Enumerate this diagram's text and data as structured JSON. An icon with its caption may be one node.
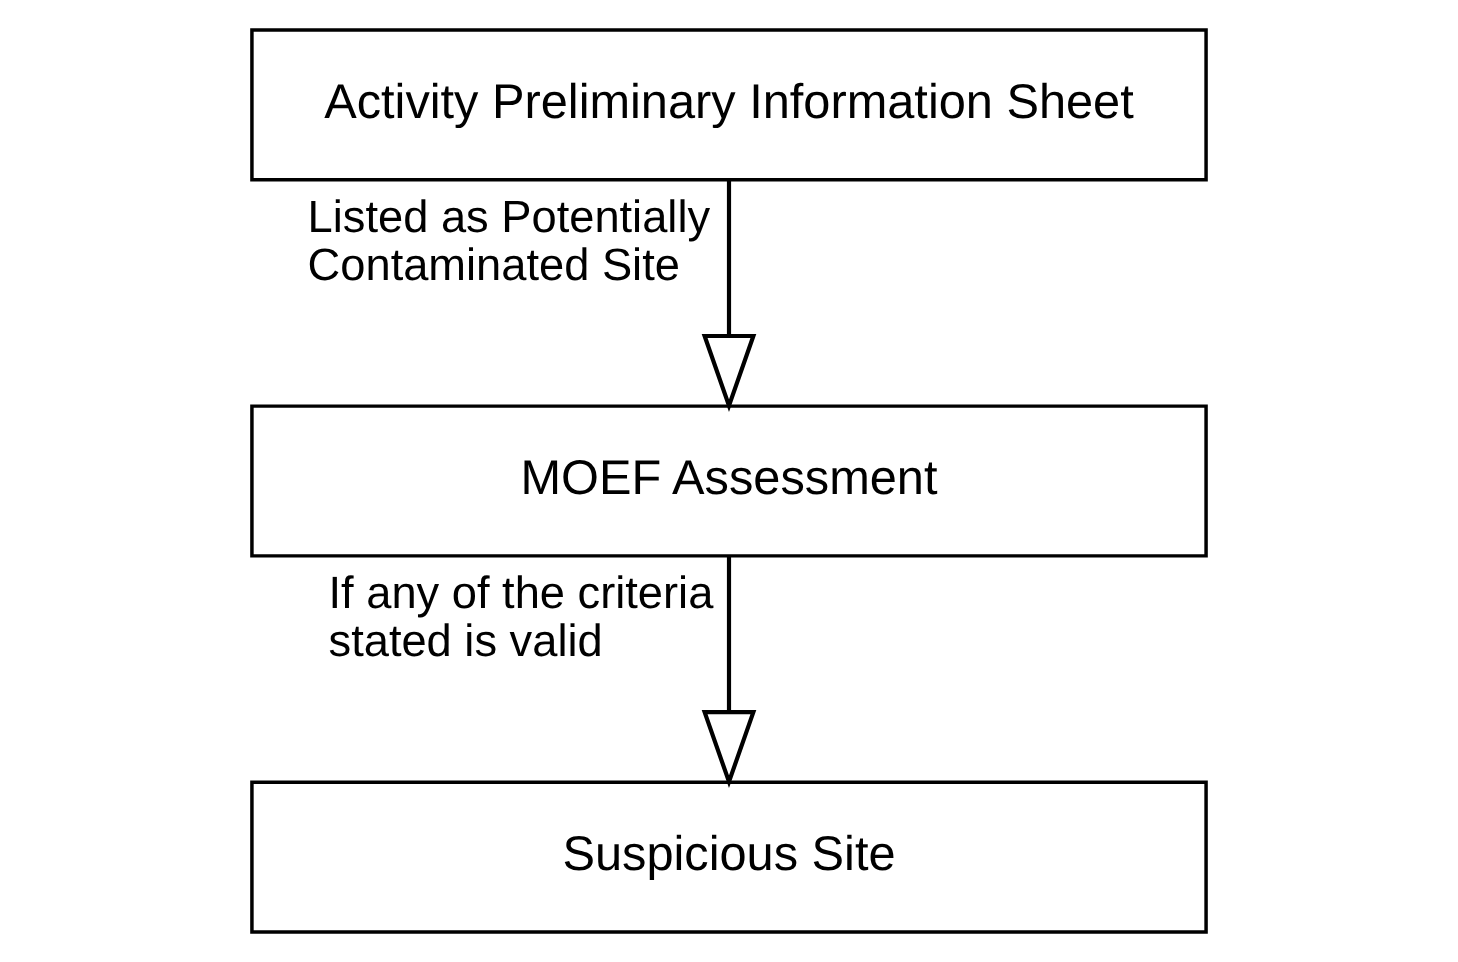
{
  "diagram": {
    "nodes": [
      {
        "text": [
          "Activity Preliminary Information Sheet"
        ]
      },
      {
        "text": [
          "MOEF Assessment"
        ]
      },
      {
        "text": [
          "Suspicious Site"
        ]
      }
    ],
    "edges": [
      {
        "from": 0,
        "to": 1,
        "arrow": "to",
        "label": "Listed as Potentially Contaminated Site"
      },
      {
        "from": 1,
        "to": 2,
        "arrow": "to",
        "label": "If any of the criteria stated is valid"
      }
    ]
  }
}
